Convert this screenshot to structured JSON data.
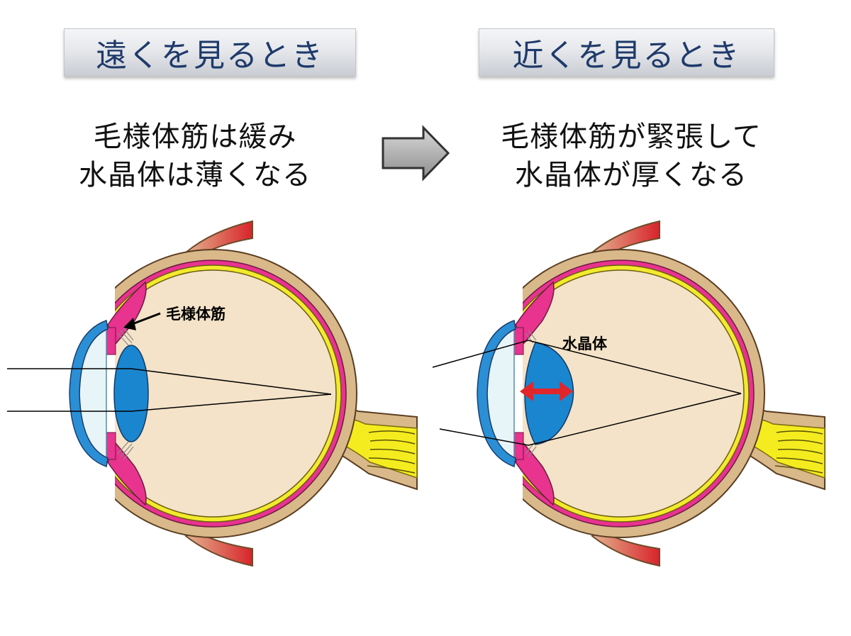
{
  "panels": {
    "far": {
      "title": "遠くを見るとき",
      "caption_lines": [
        "毛様体筋は緩み",
        "水晶体は薄くなる"
      ],
      "label": "毛様体筋"
    },
    "near": {
      "title": "近くを見るとき",
      "caption_lines": [
        "毛様体筋が緊張して",
        "水晶体が厚くなる"
      ],
      "label": "水晶体"
    }
  },
  "colors": {
    "sclera": "#d9b88a",
    "choroid": "#e8338f",
    "retina": "#f2ea2c",
    "vitreous": "#f4e3c8",
    "lens": "#1a86cf",
    "cornea": "#2b8fd6",
    "aqueous": "#e7f4f8",
    "optic_nerve": "#f5ec1f",
    "arrow_red": "#e0262b",
    "title_text": "#1f3a6b"
  }
}
